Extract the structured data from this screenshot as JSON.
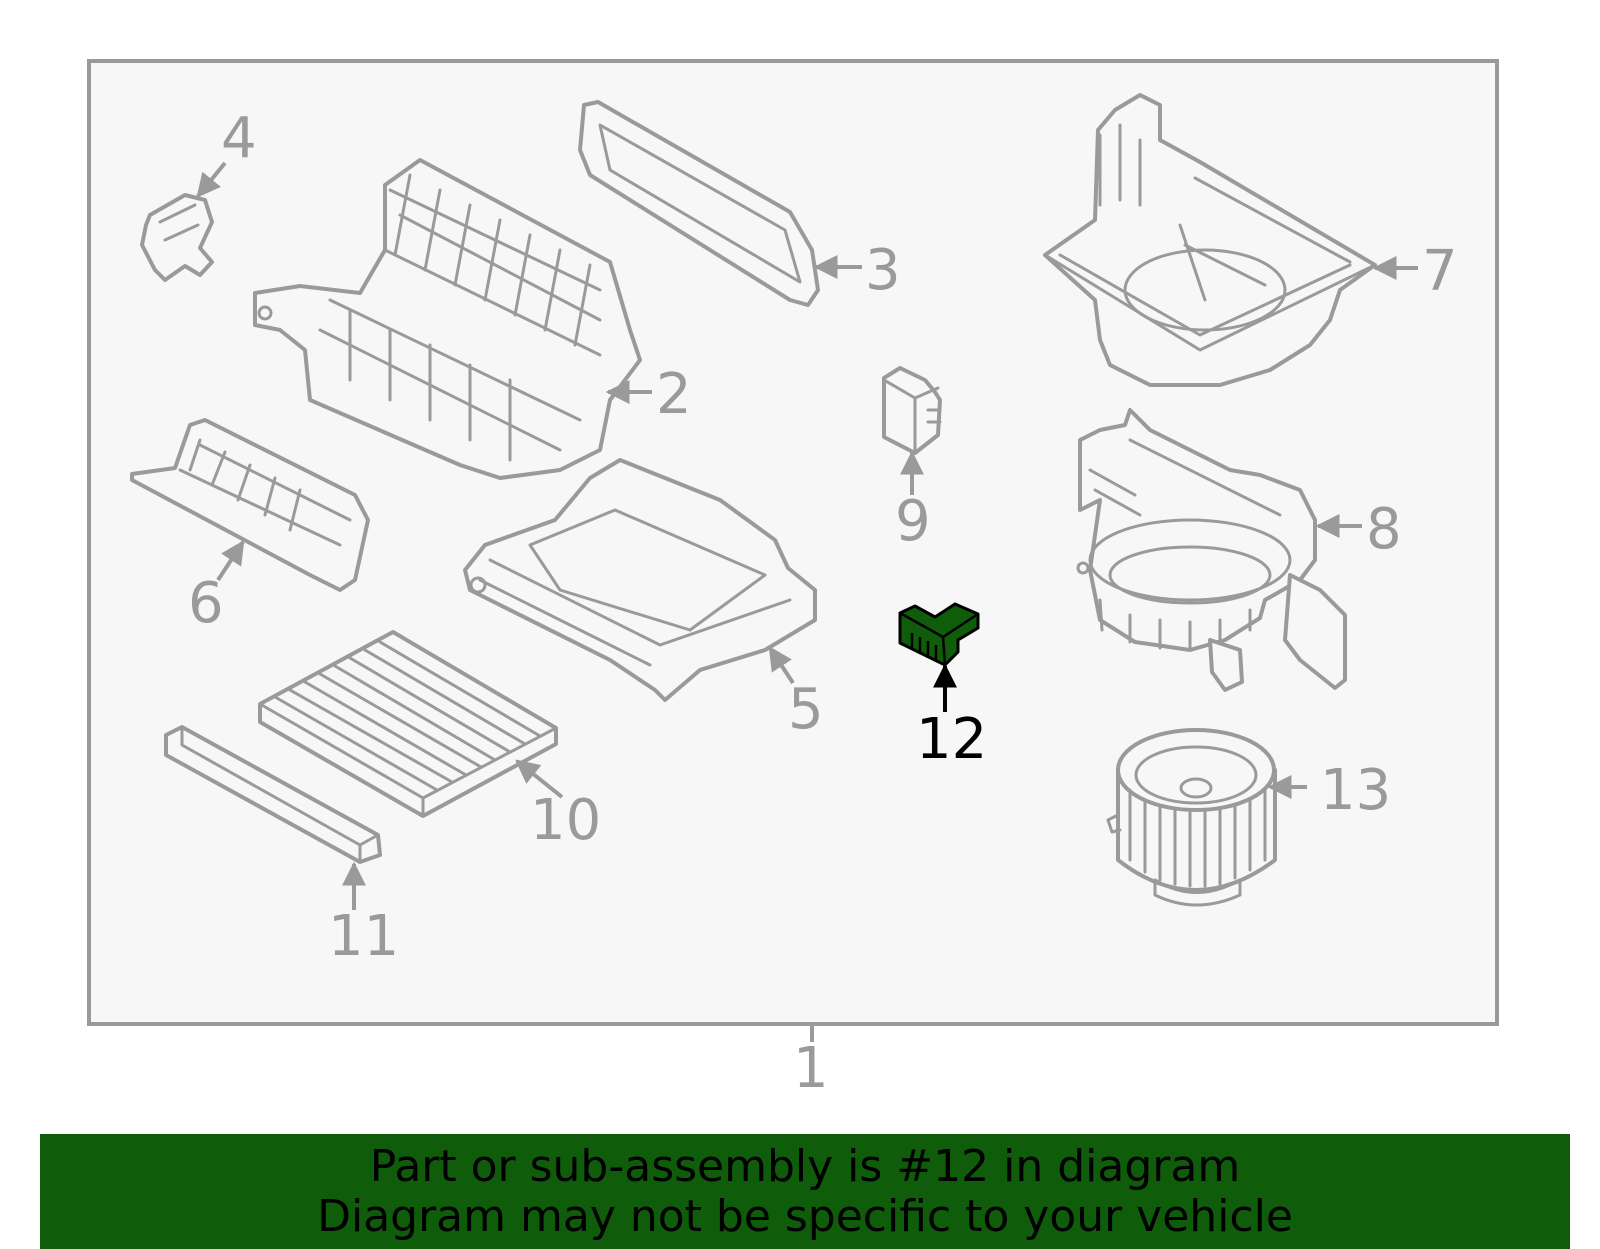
{
  "callouts": {
    "c1": "1",
    "c2": "2",
    "c3": "3",
    "c4": "4",
    "c5": "5",
    "c6": "6",
    "c7": "7",
    "c8": "8",
    "c9": "9",
    "c10": "10",
    "c11": "11",
    "c12": "12",
    "c13": "13"
  },
  "highlight": {
    "part_number": "12",
    "color": "#0f5c0a"
  },
  "banner": {
    "line1": "Part or sub-assembly is #12 in diagram",
    "line2": "Diagram may not be specific to your vehicle"
  },
  "colors": {
    "line": "#9a9a9a",
    "panel": "#f7f7f7",
    "highlight": "#0f5c0a",
    "banner_bg": "#0f5c0a"
  }
}
